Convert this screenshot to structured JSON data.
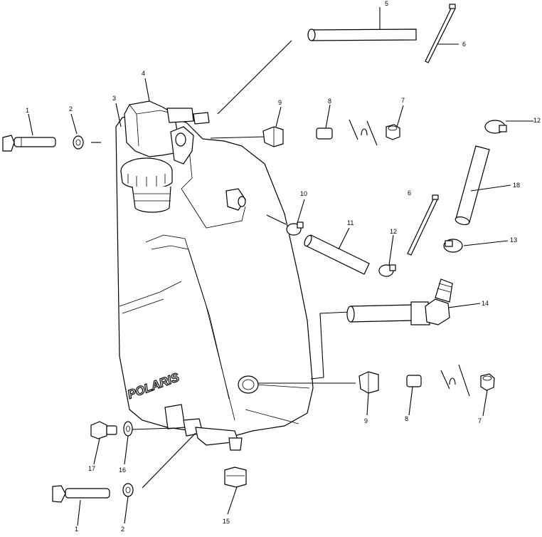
{
  "diagram": {
    "brand_text": "POLARIS",
    "callouts": [
      {
        "id": "c1a",
        "text": "1"
      },
      {
        "id": "c1b",
        "text": "1"
      },
      {
        "id": "c2a",
        "text": "2"
      },
      {
        "id": "c2b",
        "text": "2"
      },
      {
        "id": "c3",
        "text": "3"
      },
      {
        "id": "c4",
        "text": "4"
      },
      {
        "id": "c5",
        "text": "5"
      },
      {
        "id": "c6a",
        "text": "6"
      },
      {
        "id": "c6b",
        "text": "6"
      },
      {
        "id": "c7a",
        "text": "7"
      },
      {
        "id": "c7b",
        "text": "7"
      },
      {
        "id": "c8a",
        "text": "8"
      },
      {
        "id": "c8b",
        "text": "8"
      },
      {
        "id": "c9a",
        "text": "9"
      },
      {
        "id": "c9b",
        "text": "9"
      },
      {
        "id": "c10",
        "text": "10"
      },
      {
        "id": "c11",
        "text": "11"
      },
      {
        "id": "c12a",
        "text": "12"
      },
      {
        "id": "c12b",
        "text": "12"
      },
      {
        "id": "c13",
        "text": "13"
      },
      {
        "id": "c14",
        "text": "14"
      },
      {
        "id": "c15",
        "text": "15"
      },
      {
        "id": "c16",
        "text": "16"
      },
      {
        "id": "c17",
        "text": "17"
      },
      {
        "id": "c18",
        "text": "18"
      }
    ]
  }
}
